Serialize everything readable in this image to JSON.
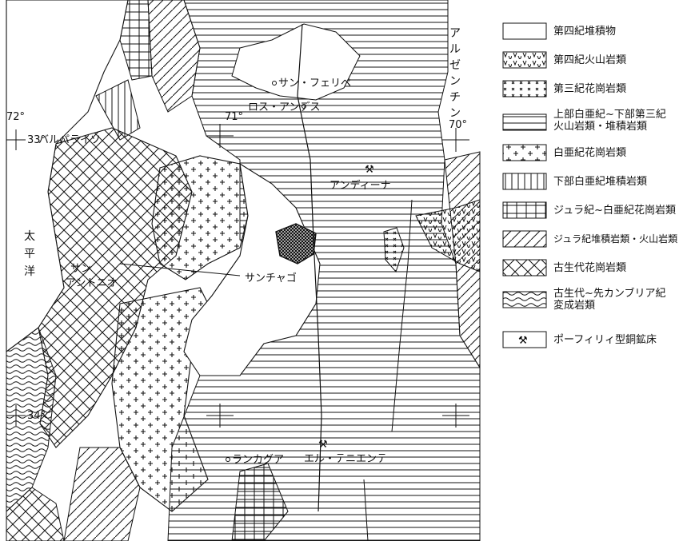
{
  "map": {
    "top_tick": "",
    "lat_33": "33°",
    "lat_34": "34°",
    "lon_72": "72°",
    "lon_71": "71°",
    "lon_70": "70°",
    "ocean": [
      "太",
      "平",
      "洋"
    ],
    "country": [
      "ア",
      "ル",
      "ゼ",
      "ン",
      "チ",
      "ン"
    ],
    "places": {
      "san_felipe": "サン・フェリペ",
      "los_andes": "ロス・アンデス",
      "valparaiso": "バルパライソ",
      "andina": "アンディーナ",
      "san_antonio_1": "サン",
      "san_antonio_2": "アントニオ",
      "santiago": "サンチャゴ",
      "rancagua": "ランカグア",
      "el_teniente": "エル・テニエンテ"
    },
    "mine_icon": "pick-hammer-icon"
  },
  "legend": {
    "items": [
      {
        "label": "第四紀堆積物",
        "pattern": "blank"
      },
      {
        "label": "第四紀火山岩類",
        "pattern": "v"
      },
      {
        "label": "第三紀花崗岩類",
        "pattern": "x"
      },
      {
        "label_1": "上部白亜紀~下部第三紀",
        "label_2": "火山岩類・堆積岩類",
        "pattern": "hlines"
      },
      {
        "label": "白亜紀花崗岩類",
        "pattern": "plus"
      },
      {
        "label": "下部白亜紀堆積岩類",
        "pattern": "vlines"
      },
      {
        "label": "ジュラ紀~白亜紀花崗岩類",
        "pattern": "grid"
      },
      {
        "label": "ジュラ紀堆積岩類・火山岩類",
        "pattern": "diag"
      },
      {
        "label": "古生代花崗岩類",
        "pattern": "cross"
      },
      {
        "label_1": "古生代~先カンブリア紀",
        "label_2": "変成岩類",
        "pattern": "wave"
      },
      {
        "label": "ポーフィリィ型銅鉱床",
        "pattern": "mine"
      }
    ]
  }
}
